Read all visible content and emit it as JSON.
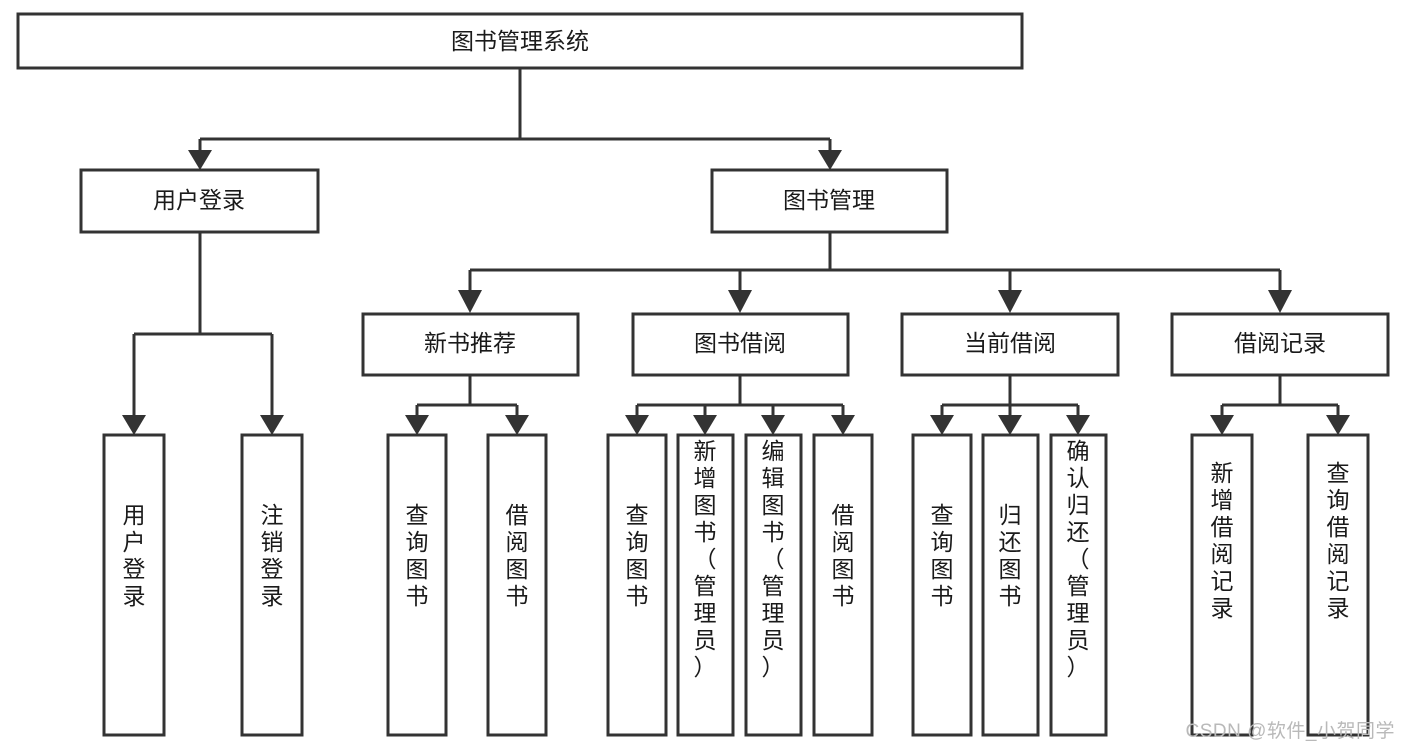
{
  "diagram": {
    "title": "图书管理系统",
    "type": "tree",
    "orientation": "top-down",
    "colors": {
      "box_stroke": "#333333",
      "box_fill": "#ffffff",
      "text": "#1a1a1a",
      "background": "#ffffff",
      "watermark": "#b9b9b9"
    },
    "levels": {
      "root": [
        {
          "id": "root",
          "label": "图书管理系统",
          "orientation": "horizontal"
        }
      ],
      "level2": [
        {
          "id": "user-login",
          "label": "用户登录",
          "orientation": "horizontal"
        },
        {
          "id": "book-manage",
          "label": "图书管理",
          "orientation": "horizontal"
        }
      ],
      "level3": [
        {
          "id": "new-book-recommend",
          "label": "新书推荐",
          "orientation": "horizontal",
          "parent": "book-manage"
        },
        {
          "id": "book-borrow",
          "label": "图书借阅",
          "orientation": "horizontal",
          "parent": "book-manage"
        },
        {
          "id": "current-borrow",
          "label": "当前借阅",
          "orientation": "horizontal",
          "parent": "book-manage"
        },
        {
          "id": "borrow-record",
          "label": "借阅记录",
          "orientation": "horizontal",
          "parent": "book-manage"
        }
      ],
      "leaves": [
        {
          "id": "leaf-user-login",
          "label": "用户登录",
          "orientation": "vertical",
          "parent": "user-login"
        },
        {
          "id": "leaf-user-logout",
          "label": "注销登录",
          "orientation": "vertical",
          "parent": "user-login"
        },
        {
          "id": "leaf-query-book-1",
          "label": "查询图书",
          "orientation": "vertical",
          "parent": "new-book-recommend"
        },
        {
          "id": "leaf-borrow-book-1",
          "label": "借阅图书",
          "orientation": "vertical",
          "parent": "new-book-recommend"
        },
        {
          "id": "leaf-query-book-2",
          "label": "查询图书",
          "orientation": "vertical",
          "parent": "book-borrow"
        },
        {
          "id": "leaf-add-book",
          "label": "新增图书（管理员）",
          "orientation": "vertical",
          "parent": "book-borrow"
        },
        {
          "id": "leaf-edit-book",
          "label": "编辑图书（管理员）",
          "orientation": "vertical",
          "parent": "book-borrow"
        },
        {
          "id": "leaf-borrow-book-2",
          "label": "借阅图书",
          "orientation": "vertical",
          "parent": "book-borrow"
        },
        {
          "id": "leaf-query-book-3",
          "label": "查询图书",
          "orientation": "vertical",
          "parent": "current-borrow"
        },
        {
          "id": "leaf-return-book",
          "label": "归还图书",
          "orientation": "vertical",
          "parent": "current-borrow"
        },
        {
          "id": "leaf-confirm-return",
          "label": "确认归还（管理员）",
          "orientation": "vertical",
          "parent": "current-borrow"
        },
        {
          "id": "leaf-add-record",
          "label": "新增借阅记录",
          "orientation": "vertical",
          "parent": "borrow-record"
        },
        {
          "id": "leaf-query-record",
          "label": "查询借阅记录",
          "orientation": "vertical",
          "parent": "borrow-record"
        }
      ]
    },
    "watermark": "CSDN @软件_小贺同学"
  }
}
